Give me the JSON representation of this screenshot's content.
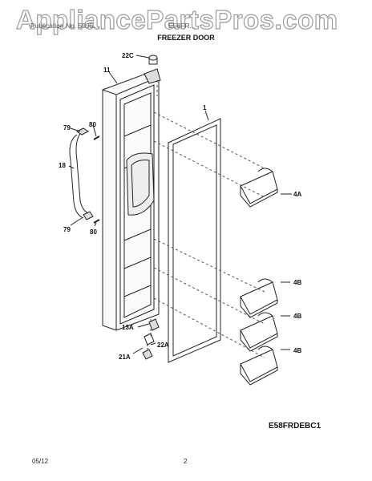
{
  "watermark": "AppliancePartsPros.com",
  "header": {
    "left": "Publication No. 5995...",
    "right": "E58FR..."
  },
  "title": "FREEZER DOOR",
  "diagram_code": "E58FRDEBC1",
  "footer": {
    "date": "05/12",
    "page": "2"
  },
  "parts": {
    "p22c": "22C",
    "p11": "11",
    "p1": "1",
    "p79a": "79",
    "p80a": "80",
    "p18": "18",
    "p79b": "79",
    "p80b": "80",
    "p4a": "4A",
    "p4b1": "4B",
    "p4b2": "4B",
    "p4b3": "4B",
    "p13a": "13A",
    "p22a": "22A",
    "p21a": "21A"
  }
}
